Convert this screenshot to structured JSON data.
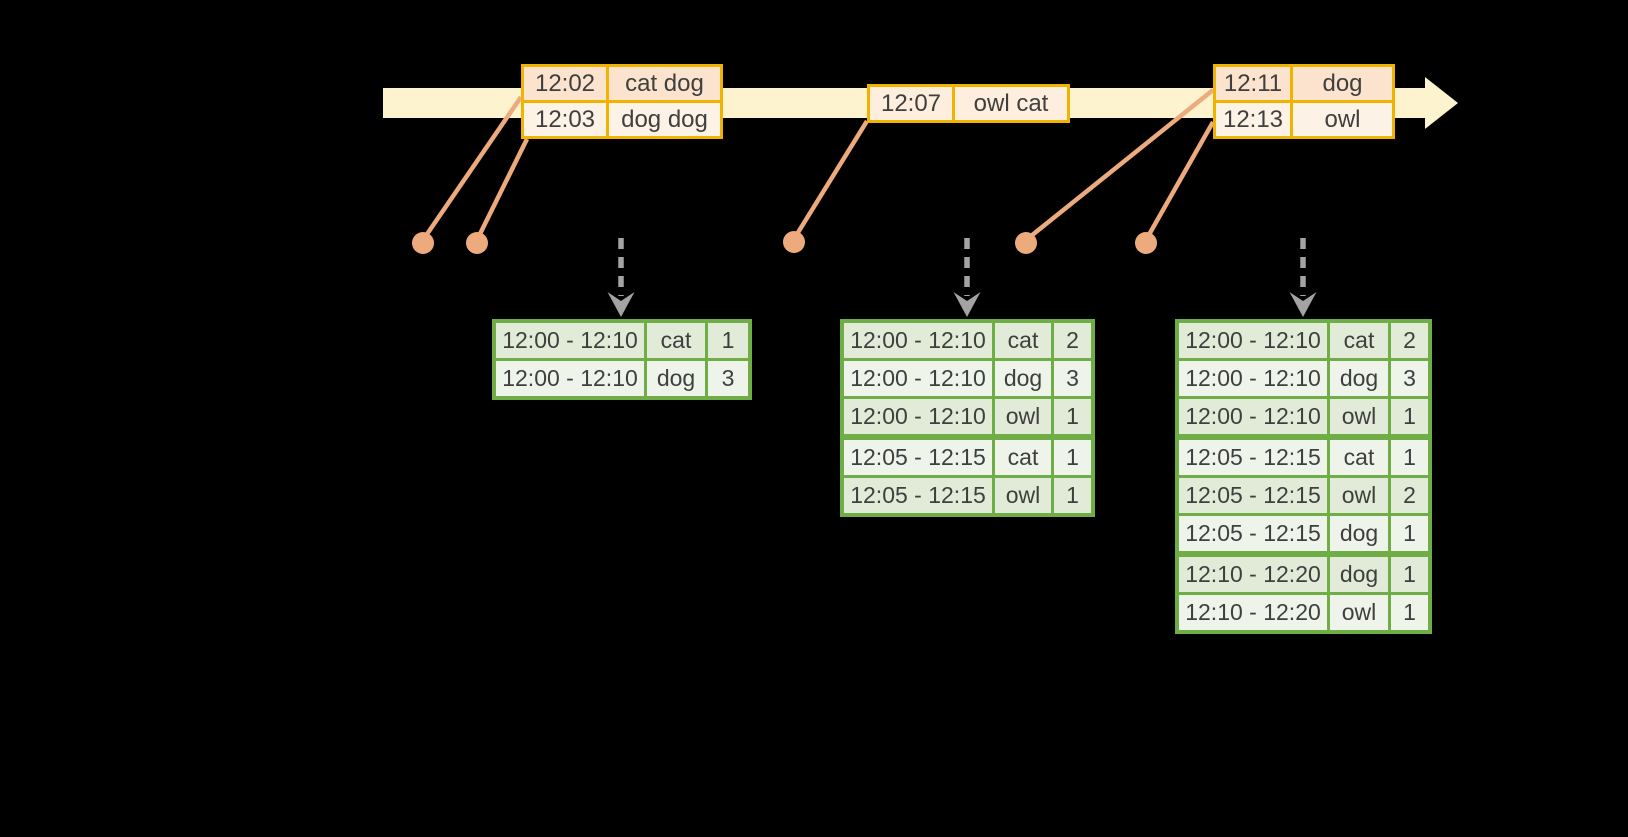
{
  "colors": {
    "background": "#000000",
    "timeline_band": "#fdf3cf",
    "event_border": "#f0b400",
    "event_row_peach": "#fbe3cd",
    "event_row_cream": "#fdf2e6",
    "event_single_row": "#fdeedd",
    "connector_orange": "#edaa7d",
    "result_border": "#6fad47",
    "result_row_dark": "#e1ebd8",
    "result_row_light": "#eef4ea",
    "emit_arrow_gray": "#a3a3a3",
    "text": "#3f3f3f"
  },
  "timeline": {
    "event_tables": [
      {
        "rows": [
          {
            "time": "12:02",
            "words": "cat dog"
          },
          {
            "time": "12:03",
            "words": "dog dog"
          }
        ]
      },
      {
        "rows": [
          {
            "time": "12:07",
            "words": "owl cat"
          }
        ]
      },
      {
        "rows": [
          {
            "time": "12:11",
            "words": "dog"
          },
          {
            "time": "12:13",
            "words": "owl"
          }
        ]
      }
    ]
  },
  "result_tables": [
    {
      "rows": [
        {
          "window": "12:00 - 12:10",
          "word": "cat",
          "count": "1"
        },
        {
          "window": "12:00 - 12:10",
          "word": "dog",
          "count": "3"
        }
      ]
    },
    {
      "rows": [
        {
          "window": "12:00 - 12:10",
          "word": "cat",
          "count": "2"
        },
        {
          "window": "12:00 - 12:10",
          "word": "dog",
          "count": "3"
        },
        {
          "window": "12:00 - 12:10",
          "word": "owl",
          "count": "1"
        },
        {
          "window": "12:05 - 12:15",
          "word": "cat",
          "count": "1"
        },
        {
          "window": "12:05 - 12:15",
          "word": "owl",
          "count": "1"
        }
      ]
    },
    {
      "rows": [
        {
          "window": "12:00 - 12:10",
          "word": "cat",
          "count": "2"
        },
        {
          "window": "12:00 - 12:10",
          "word": "dog",
          "count": "3"
        },
        {
          "window": "12:00 - 12:10",
          "word": "owl",
          "count": "1"
        },
        {
          "window": "12:05 - 12:15",
          "word": "cat",
          "count": "1"
        },
        {
          "window": "12:05 - 12:15",
          "word": "owl",
          "count": "2"
        },
        {
          "window": "12:05 - 12:15",
          "word": "dog",
          "count": "1"
        },
        {
          "window": "12:10 - 12:20",
          "word": "dog",
          "count": "1"
        },
        {
          "window": "12:10 - 12:20",
          "word": "owl",
          "count": "1"
        }
      ]
    }
  ]
}
